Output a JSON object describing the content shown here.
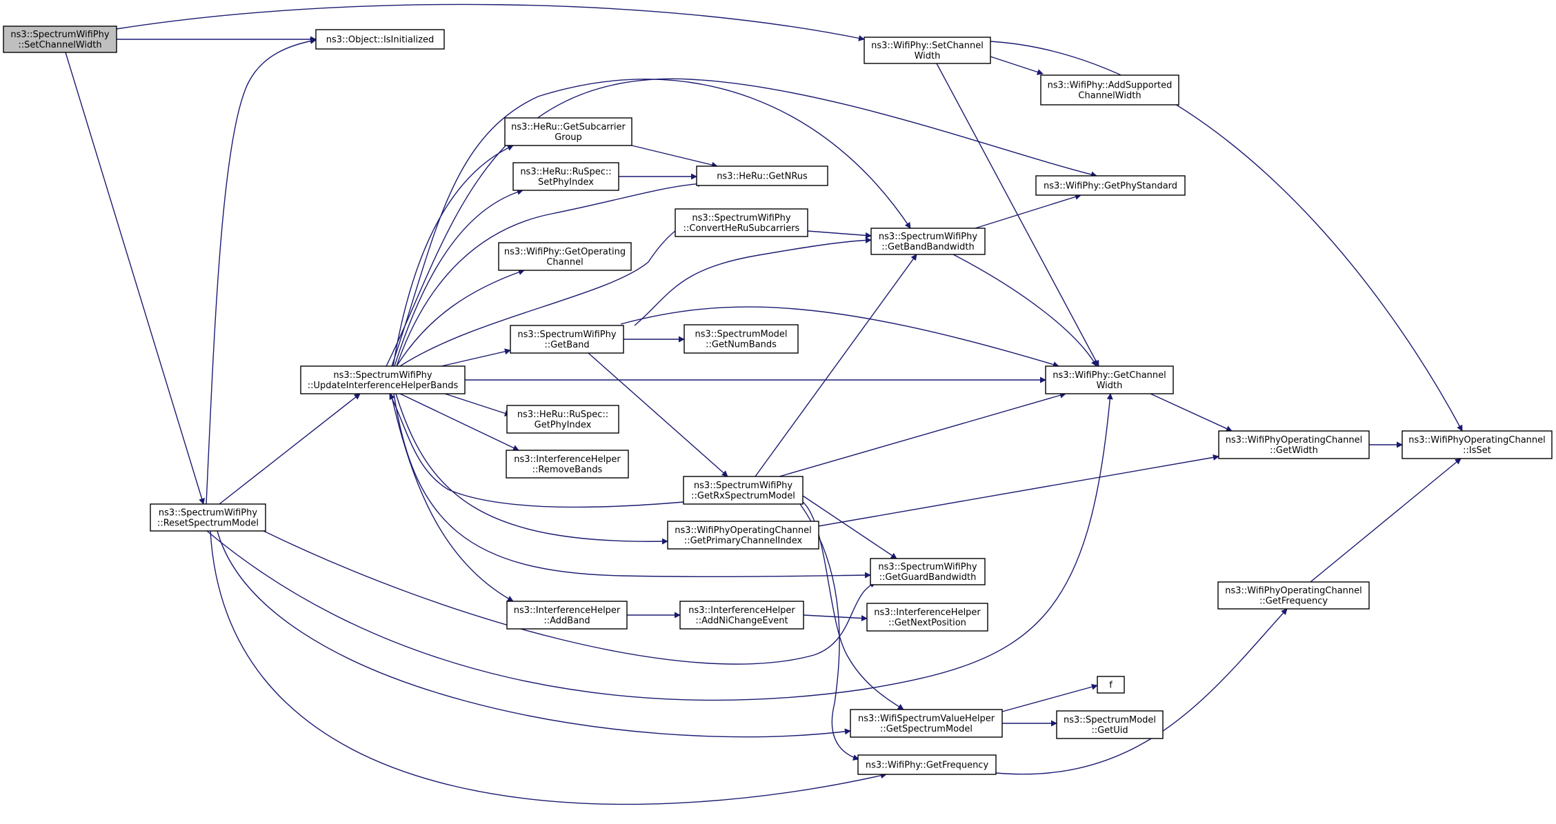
{
  "colors": {
    "edge": "#191970",
    "root_fill": "#bfbfbf",
    "node_fill": "#ffffff",
    "node_stroke": "#000000"
  },
  "nodes": {
    "setChannelWidth": {
      "lines": [
        "ns3::SpectrumWifiPhy",
        "::SetChannelWidth"
      ],
      "root": true
    },
    "isInitialized": {
      "lines": [
        "ns3::Object::IsInitialized"
      ]
    },
    "wifiSetChannelWidth": {
      "lines": [
        "ns3::WifiPhy::SetChannel",
        "Width"
      ]
    },
    "addSupported": {
      "lines": [
        "ns3::WifiPhy::AddSupported",
        "ChannelWidth"
      ]
    },
    "getPhyStandard": {
      "lines": [
        "ns3::WifiPhy::GetPhyStandard"
      ]
    },
    "subcarrierGroup": {
      "lines": [
        "ns3::HeRu::GetSubcarrier",
        "Group"
      ]
    },
    "setPhyIndex": {
      "lines": [
        "ns3::HeRu::RuSpec::",
        "SetPhyIndex"
      ]
    },
    "getNRus": {
      "lines": [
        "ns3::HeRu::GetNRus"
      ]
    },
    "convertHeRu": {
      "lines": [
        "ns3::SpectrumWifiPhy",
        "::ConvertHeRuSubcarriers"
      ]
    },
    "getBandBandwidth": {
      "lines": [
        "ns3::SpectrumWifiPhy",
        "::GetBandBandwidth"
      ]
    },
    "getOperatingChannel": {
      "lines": [
        "ns3::WifiPhy::GetOperating",
        "Channel"
      ]
    },
    "getBand": {
      "lines": [
        "ns3::SpectrumWifiPhy",
        "::GetBand"
      ]
    },
    "getNumBands": {
      "lines": [
        "ns3::SpectrumModel",
        "::GetNumBands"
      ]
    },
    "updateBands": {
      "lines": [
        "ns3::SpectrumWifiPhy",
        "::UpdateInterferenceHelperBands"
      ]
    },
    "getChannelWidth": {
      "lines": [
        "ns3::WifiPhy::GetChannel",
        "Width"
      ]
    },
    "getPhyIndex": {
      "lines": [
        "ns3::HeRu::RuSpec::",
        "GetPhyIndex"
      ]
    },
    "removeBands": {
      "lines": [
        "ns3::InterferenceHelper",
        "::RemoveBands"
      ]
    },
    "opChanGetWidth": {
      "lines": [
        "ns3::WifiPhyOperatingChannel",
        "::GetWidth"
      ]
    },
    "isSet": {
      "lines": [
        "ns3::WifiPhyOperatingChannel",
        "::IsSet"
      ]
    },
    "resetSpectrum": {
      "lines": [
        "ns3::SpectrumWifiPhy",
        "::ResetSpectrumModel"
      ]
    },
    "getRxSpectrum": {
      "lines": [
        "ns3::SpectrumWifiPhy",
        "::GetRxSpectrumModel"
      ]
    },
    "primaryIndex": {
      "lines": [
        "ns3::WifiPhyOperatingChannel",
        "::GetPrimaryChannelIndex"
      ]
    },
    "guardBandwidth": {
      "lines": [
        "ns3::SpectrumWifiPhy",
        "::GetGuardBandwidth"
      ]
    },
    "opChanGetFreq": {
      "lines": [
        "ns3::WifiPhyOperatingChannel",
        "::GetFrequency"
      ]
    },
    "addBand": {
      "lines": [
        "ns3::InterferenceHelper",
        "::AddBand"
      ]
    },
    "addNiChange": {
      "lines": [
        "ns3::InterferenceHelper",
        "::AddNiChangeEvent"
      ]
    },
    "nextPosition": {
      "lines": [
        "ns3::InterferenceHelper",
        "::GetNextPosition"
      ]
    },
    "f": {
      "lines": [
        "f"
      ]
    },
    "spectrumValueHelper": {
      "lines": [
        "ns3::WifiSpectrumValueHelper",
        "::GetSpectrumModel"
      ]
    },
    "getUid": {
      "lines": [
        "ns3::SpectrumModel",
        "::GetUid"
      ]
    },
    "getFrequency": {
      "lines": [
        "ns3::WifiPhy::GetFrequency"
      ]
    }
  },
  "edges": [
    [
      "setChannelWidth",
      "isInitialized"
    ],
    [
      "setChannelWidth",
      "wifiSetChannelWidth"
    ],
    [
      "setChannelWidth",
      "resetSpectrum"
    ],
    [
      "wifiSetChannelWidth",
      "addSupported"
    ],
    [
      "wifiSetChannelWidth",
      "getChannelWidth"
    ],
    [
      "wifiSetChannelWidth",
      "isSet"
    ],
    [
      "resetSpectrum",
      "isInitialized"
    ],
    [
      "resetSpectrum",
      "updateBands"
    ],
    [
      "resetSpectrum",
      "getChannelWidth"
    ],
    [
      "resetSpectrum",
      "guardBandwidth"
    ],
    [
      "resetSpectrum",
      "spectrumValueHelper"
    ],
    [
      "resetSpectrum",
      "getFrequency"
    ],
    [
      "updateBands",
      "getPhyStandard"
    ],
    [
      "updateBands",
      "getBandBandwidth"
    ],
    [
      "updateBands",
      "subcarrierGroup"
    ],
    [
      "updateBands",
      "setPhyIndex"
    ],
    [
      "updateBands",
      "getNRus"
    ],
    [
      "updateBands",
      "getOperatingChannel"
    ],
    [
      "updateBands",
      "convertHeRu"
    ],
    [
      "updateBands",
      "getBand"
    ],
    [
      "updateBands",
      "getChannelWidth"
    ],
    [
      "updateBands",
      "getPhyIndex"
    ],
    [
      "updateBands",
      "removeBands"
    ],
    [
      "updateBands",
      "primaryIndex"
    ],
    [
      "updateBands",
      "guardBandwidth"
    ],
    [
      "updateBands",
      "addBand"
    ],
    [
      "getRxSpectrum",
      "updateBands"
    ],
    [
      "subcarrierGroup",
      "getNRus"
    ],
    [
      "setPhyIndex",
      "getNRus"
    ],
    [
      "convertHeRu",
      "getBandBandwidth"
    ],
    [
      "getBandBandwidth",
      "getPhyStandard"
    ],
    [
      "getBandBandwidth",
      "getChannelWidth"
    ],
    [
      "getBand",
      "getBandBandwidth"
    ],
    [
      "getBand",
      "getNumBands"
    ],
    [
      "getBand",
      "getChannelWidth"
    ],
    [
      "getBand",
      "getRxSpectrum"
    ],
    [
      "getRxSpectrum",
      "getBandBandwidth"
    ],
    [
      "getRxSpectrum",
      "getChannelWidth"
    ],
    [
      "getRxSpectrum",
      "guardBandwidth"
    ],
    [
      "getRxSpectrum",
      "spectrumValueHelper"
    ],
    [
      "getRxSpectrum",
      "getFrequency"
    ],
    [
      "getChannelWidth",
      "opChanGetWidth"
    ],
    [
      "opChanGetWidth",
      "isSet"
    ],
    [
      "primaryIndex",
      "opChanGetWidth"
    ],
    [
      "opChanGetFreq",
      "isSet"
    ],
    [
      "addBand",
      "addNiChange"
    ],
    [
      "addNiChange",
      "nextPosition"
    ],
    [
      "spectrumValueHelper",
      "f"
    ],
    [
      "spectrumValueHelper",
      "getUid"
    ],
    [
      "getFrequency",
      "opChanGetFreq"
    ]
  ]
}
